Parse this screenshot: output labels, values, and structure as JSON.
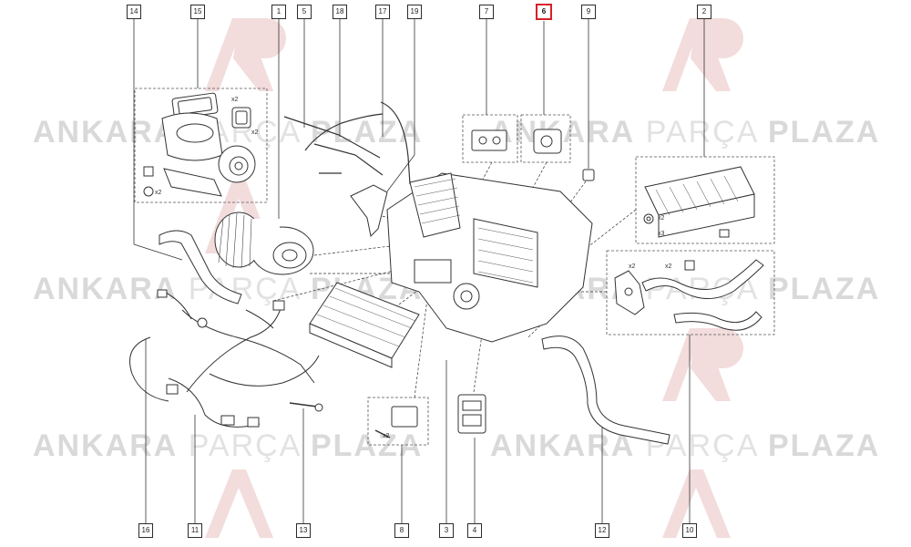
{
  "watermark": {
    "part1": "ANKARA",
    "part2": "PARÇA",
    "part3": "PLAZA",
    "color": "#d9d9d9",
    "logo_color": "#f2d6d6"
  },
  "highlight_color": "#d6202a",
  "callouts_top": [
    {
      "id": "14",
      "label": "14"
    },
    {
      "id": "15",
      "label": "15"
    },
    {
      "id": "1",
      "label": "1"
    },
    {
      "id": "5",
      "label": "5"
    },
    {
      "id": "18",
      "label": "18"
    },
    {
      "id": "17",
      "label": "17"
    },
    {
      "id": "19",
      "label": "19"
    },
    {
      "id": "7",
      "label": "7"
    },
    {
      "id": "6",
      "label": "6",
      "highlighted": true
    },
    {
      "id": "9",
      "label": "9"
    },
    {
      "id": "2",
      "label": "2"
    }
  ],
  "callouts_bottom": [
    {
      "id": "16",
      "label": "16"
    },
    {
      "id": "11",
      "label": "11"
    },
    {
      "id": "13",
      "label": "13"
    },
    {
      "id": "8",
      "label": "8"
    },
    {
      "id": "3",
      "label": "3"
    },
    {
      "id": "4",
      "label": "4"
    },
    {
      "id": "12",
      "label": "12"
    },
    {
      "id": "10",
      "label": "10"
    }
  ],
  "quantities": {
    "q15a": "x2",
    "q15b": "x2",
    "q15c": "x2",
    "q2a": "x2",
    "q2b": "x3",
    "q10a": "x2",
    "q10b": "x2",
    "q8": "x2"
  }
}
